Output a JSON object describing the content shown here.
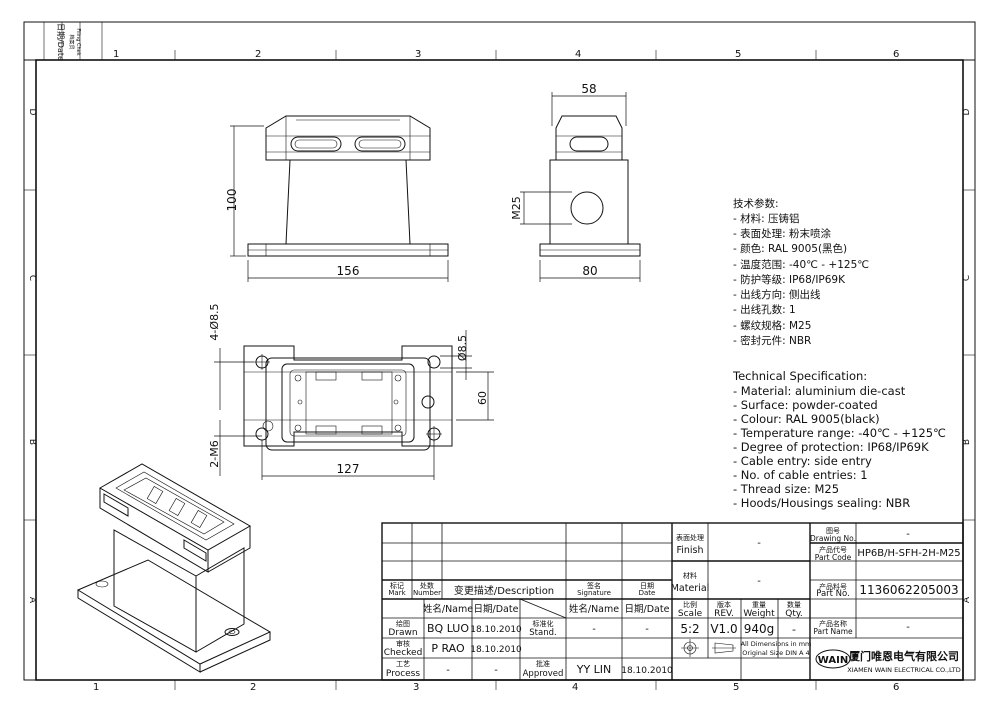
{
  "grid": {
    "columns": [
      "1",
      "2",
      "3",
      "4",
      "5",
      "6"
    ],
    "rows": [
      "D",
      "C",
      "B",
      "A"
    ]
  },
  "margin_block": {
    "date": "日期/Date",
    "filing_check_cn": "档案员",
    "filing_check_en": "Filing Chek"
  },
  "dimensions": {
    "side_height": "100",
    "side_width": "156",
    "end_top": "58",
    "end_thread": "M25",
    "end_width": "80",
    "hole_callout": "4-Ø8.5",
    "thread_callout": "2-M6",
    "hole_dia": "Ø8.5",
    "plan_height": "60",
    "plan_width": "127"
  },
  "spec_cn": {
    "title": "技术参数:",
    "lines": [
      "- 材料: 压铸铝",
      "- 表面处理: 粉末喷涂",
      "- 颜色: RAL 9005(黑色)",
      "- 温度范围: -40℃ - +125℃",
      "- 防护等级: IP68/IP69K",
      "- 出线方向: 侧出线",
      "- 出线孔数: 1",
      "- 螺纹规格: M25",
      "- 密封元件: NBR"
    ]
  },
  "spec_en": {
    "title": "Technical Specification:",
    "lines": [
      "- Material: aluminium die-cast",
      "- Surface: powder-coated",
      "- Colour: RAL 9005(black)",
      "- Temperature range: -40℃ - +125℃",
      "- Degree of protection: IP68/IP69K",
      "- Cable entry: side entry",
      "- No. of cable entries: 1",
      "- Thread size: M25",
      "- Hoods/Housings sealing: NBR"
    ]
  },
  "title_block": {
    "mark_cn": "标记",
    "mark_en": "Mark",
    "number_cn": "处数",
    "number_en": "Number",
    "description": "变更描述/Description",
    "signature_cn": "签名",
    "signature_en": "Signature",
    "date_cn": "日期",
    "date_en": "Date",
    "name_hdr": "姓名/Name",
    "date_hdr": "日期/Date",
    "stand_cn": "标准化",
    "stand_en": "Stand.",
    "drawn_cn": "绘图",
    "drawn_en": "Drawn",
    "drawn_name": "BQ LUO",
    "drawn_date": "18.10.2010",
    "checked_cn": "审核",
    "checked_en": "Checked",
    "checked_name": "P RAO",
    "checked_date": "18.10.2010",
    "process_cn": "工艺",
    "process_en": "Process",
    "process_name": "-",
    "process_date": "-",
    "stand_name": "-",
    "stand_date": "-",
    "approved_cn": "批准",
    "approved_en": "Approved",
    "approved_name": "YY LIN",
    "approved_date": "18.10.2010",
    "finish_cn": "表面处理",
    "finish_en": "Finish",
    "finish_val": "-",
    "material_cn": "材料",
    "material_en": "Material",
    "material_val": "-",
    "scale_cn": "比例",
    "scale_en": "Scale",
    "scale_val": "5:2",
    "rev_cn": "版本",
    "rev_en": "REV.",
    "rev_val": "V1.0",
    "weight_cn": "重量",
    "weight_en": "Weight",
    "weight_val": "940g",
    "qty_cn": "数量",
    "qty_en": "Qty.",
    "qty_val": "-",
    "drawing_no_cn": "图号",
    "drawing_no_en": "Drawing No.",
    "drawing_no_val": "-",
    "part_code_cn": "产品代号",
    "part_code_en": "Part Code",
    "part_code_val": "HP6B/H-SFH-2H-M25",
    "part_no_cn": "产品料号",
    "part_no_en": "Part No.",
    "part_no_val": "1136062205003",
    "part_name_cn": "产品名称",
    "part_name_en": "Part Name",
    "part_name_val": "-",
    "units_1": "All Dimensions in mm",
    "units_2": "Original Size DIN A 4",
    "logo": "WAIN",
    "company_cn": "厦门唯恩电气有限公司",
    "company_en": "XIAMEN WAIN ELECTRICAL CO.,LTD"
  }
}
